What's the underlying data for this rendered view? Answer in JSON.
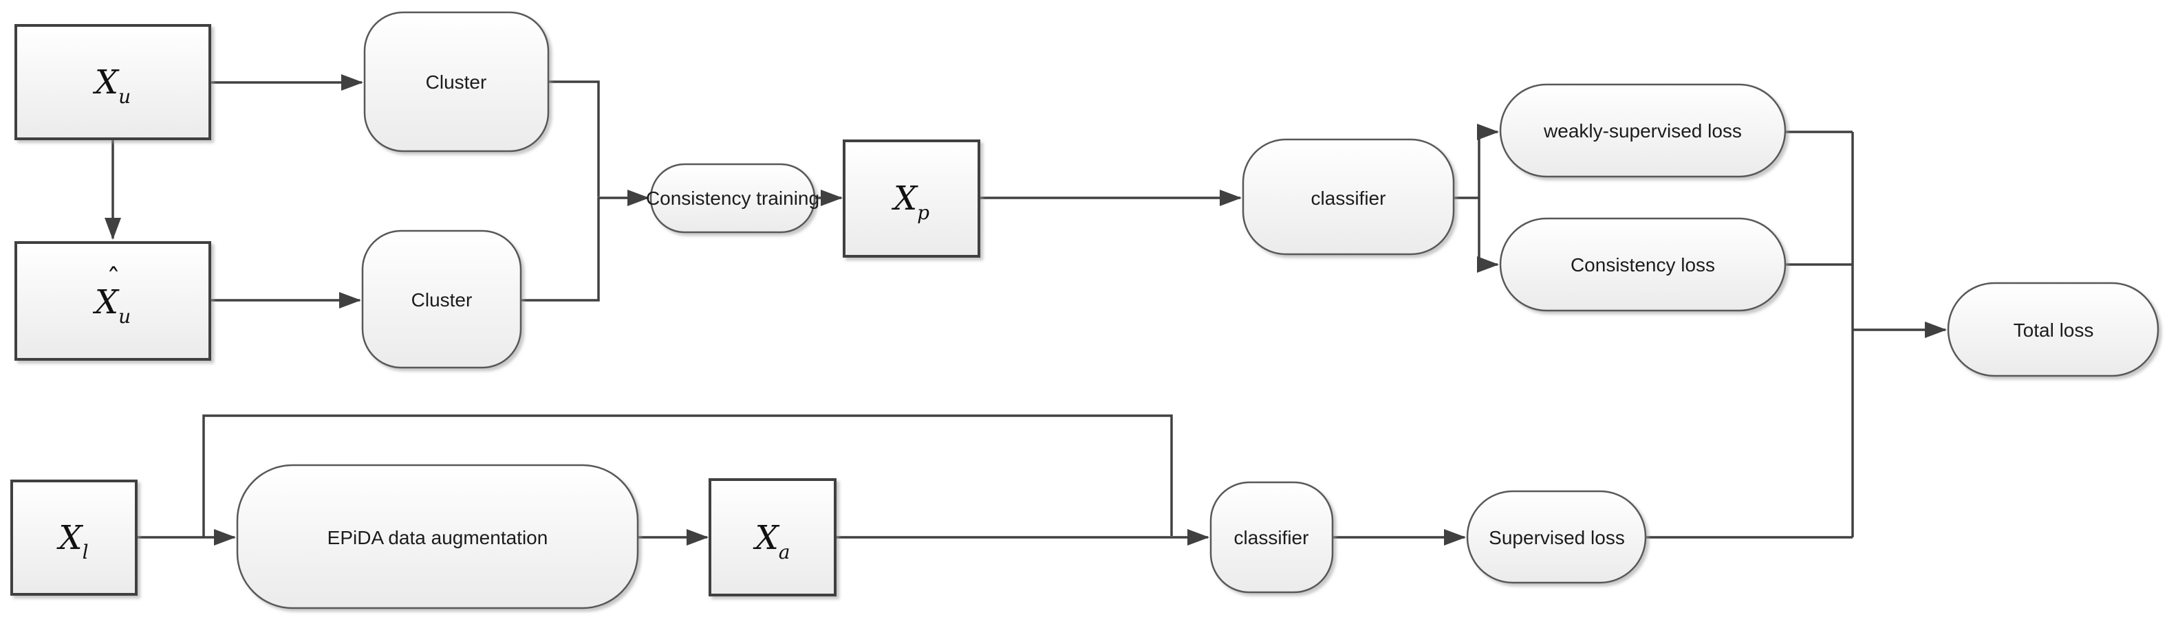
{
  "diagram": {
    "type": "flowchart",
    "colors": {
      "connector": "#404040",
      "rect_border": "#404040",
      "rounded_border": "#595959",
      "shape_fill_top": "#ffffff",
      "shape_fill_bottom": "#ebebeb",
      "text": "#1c1c1c",
      "background": "#ffffff"
    },
    "nodes": {
      "xu": {
        "base": "X",
        "sub": "u"
      },
      "xu_hat": {
        "base": "X",
        "sub": "u",
        "hat": "ˆ"
      },
      "cluster_top": {
        "label": "Cluster"
      },
      "cluster_bottom": {
        "label": "Cluster"
      },
      "consistency_training": {
        "label": "Consistency training"
      },
      "xp": {
        "base": "X",
        "sub": "p"
      },
      "classifier_top": {
        "label": "classifier"
      },
      "weakly_supervised_loss": {
        "label": "weakly-supervised loss"
      },
      "consistency_loss": {
        "label": "Consistency loss"
      },
      "total_loss": {
        "label": "Total loss"
      },
      "xl": {
        "base": "X",
        "sub": "l"
      },
      "epida": {
        "label": "EPiDA data augmentation"
      },
      "xa": {
        "base": "X",
        "sub": "a"
      },
      "classifier_bottom": {
        "label": "classifier"
      },
      "supervised_loss": {
        "label": "Supervised loss"
      }
    },
    "edges": [
      "xu -> cluster_top",
      "xu -> xu_hat",
      "xu_hat -> cluster_bottom",
      "cluster_top -> consistency_training",
      "cluster_bottom -> consistency_training",
      "consistency_training -> xp",
      "xp -> classifier_top",
      "classifier_top -> weakly_supervised_loss",
      "classifier_top -> consistency_loss",
      "weakly_supervised_loss -> total_loss",
      "consistency_loss -> total_loss",
      "xl -> epida",
      "xl -> classifier_bottom (bypass)",
      "epida -> xa",
      "xa -> classifier_bottom",
      "classifier_bottom -> supervised_loss",
      "supervised_loss -> total_loss"
    ]
  }
}
